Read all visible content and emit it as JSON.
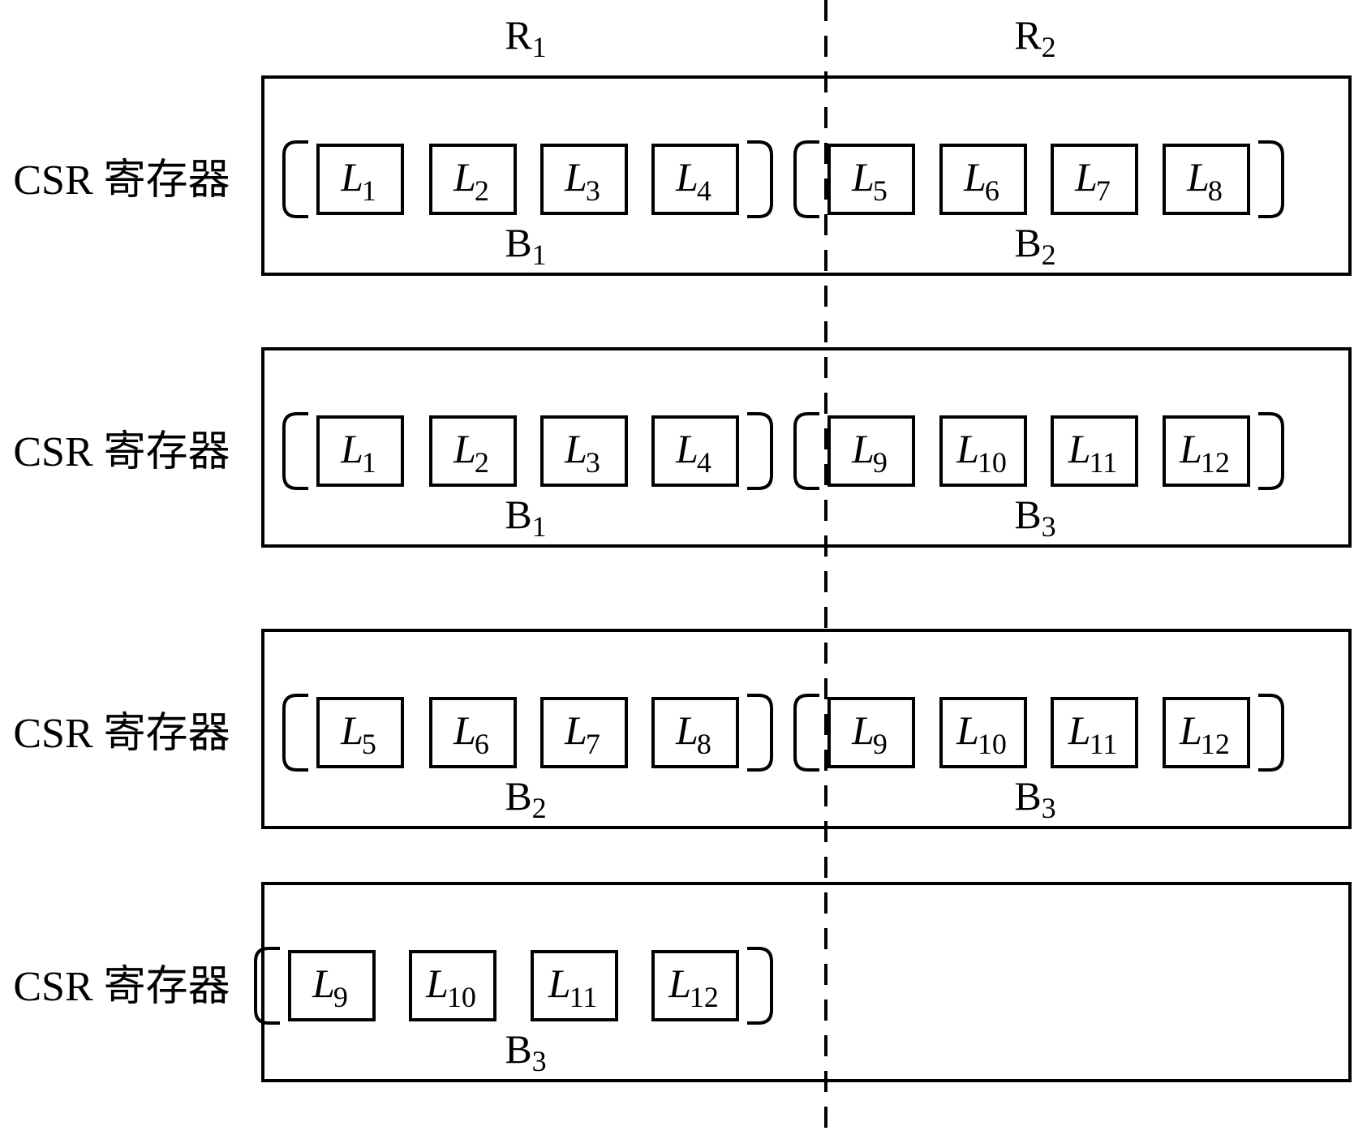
{
  "columns": [
    {
      "letter": "R",
      "sub": "1"
    },
    {
      "letter": "R",
      "sub": "2"
    }
  ],
  "rows": [
    {
      "label": "CSR 寄存器",
      "groups": [
        {
          "side": "left",
          "block": {
            "letter": "B",
            "sub": "1"
          },
          "items": [
            "1",
            "2",
            "3",
            "4"
          ]
        },
        {
          "side": "right",
          "block": {
            "letter": "B",
            "sub": "2"
          },
          "items": [
            "5",
            "6",
            "7",
            "8"
          ]
        }
      ]
    },
    {
      "label": "CSR 寄存器",
      "groups": [
        {
          "side": "left",
          "block": {
            "letter": "B",
            "sub": "1"
          },
          "items": [
            "1",
            "2",
            "3",
            "4"
          ]
        },
        {
          "side": "right",
          "block": {
            "letter": "B",
            "sub": "3"
          },
          "items": [
            "9",
            "10",
            "11",
            "12"
          ]
        }
      ]
    },
    {
      "label": "CSR 寄存器",
      "groups": [
        {
          "side": "left",
          "block": {
            "letter": "B",
            "sub": "2"
          },
          "items": [
            "5",
            "6",
            "7",
            "8"
          ]
        },
        {
          "side": "right",
          "block": {
            "letter": "B",
            "sub": "3"
          },
          "items": [
            "9",
            "10",
            "11",
            "12"
          ]
        }
      ]
    },
    {
      "label": "CSR 寄存器",
      "groups": [
        {
          "side": "left",
          "block": {
            "letter": "B",
            "sub": "3"
          },
          "items": [
            "9",
            "10",
            "11",
            "12"
          ]
        }
      ]
    }
  ],
  "item_letter": "L",
  "colors": {
    "stroke": "#000000",
    "background": "#ffffff"
  }
}
